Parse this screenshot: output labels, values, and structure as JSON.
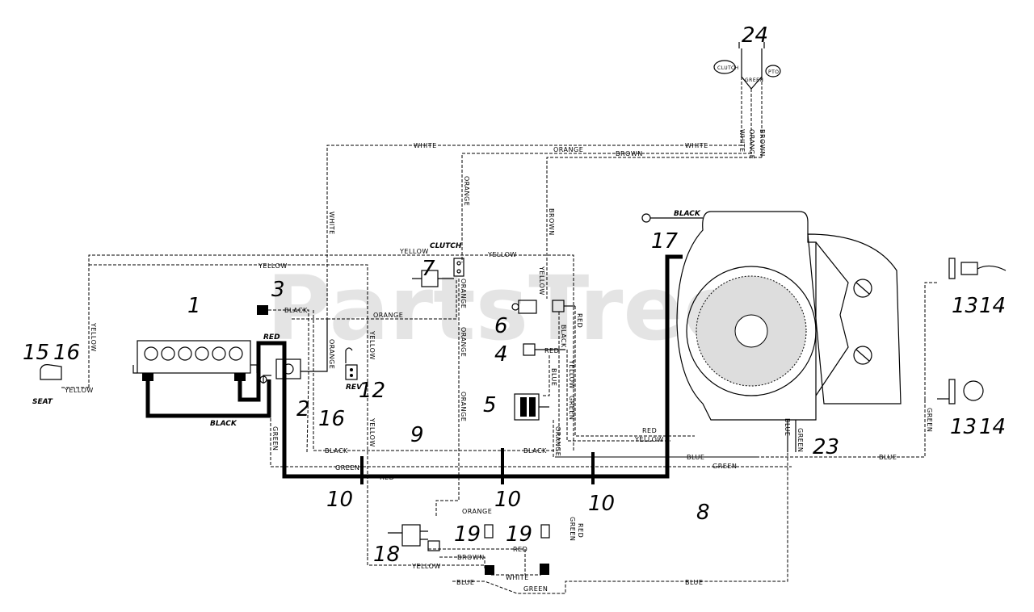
{
  "watermark": "PartsTree",
  "callouts": {
    "c1": "1",
    "c2": "2",
    "c3": "3",
    "c4": "4",
    "c5": "5",
    "c6": "6",
    "c7": "7",
    "c8": "8",
    "c9": "9",
    "c10a": "10",
    "c10b": "10",
    "c10c": "10",
    "c12": "12",
    "c13a": "13",
    "c13b": "13",
    "c14a": "14",
    "c14b": "14",
    "c15": "15",
    "c16a": "16",
    "c16b": "16",
    "c17": "17",
    "c18": "18",
    "c19a": "19",
    "c19b": "19",
    "c23": "23",
    "c24": "24"
  },
  "labels": {
    "seat": "SEAT",
    "clutch": "CLUTCH",
    "rev": "REV",
    "red": "RED",
    "black": "BLACK",
    "pto": "PTO",
    "clutch_small": "CLUTCH"
  },
  "wires": {
    "white": "WHITE",
    "orange": "ORANGE",
    "brown": "BROWN",
    "yellow": "YELLOW",
    "green": "GREEN",
    "black": "BLACK",
    "red": "RED",
    "blue": "BLUE"
  }
}
